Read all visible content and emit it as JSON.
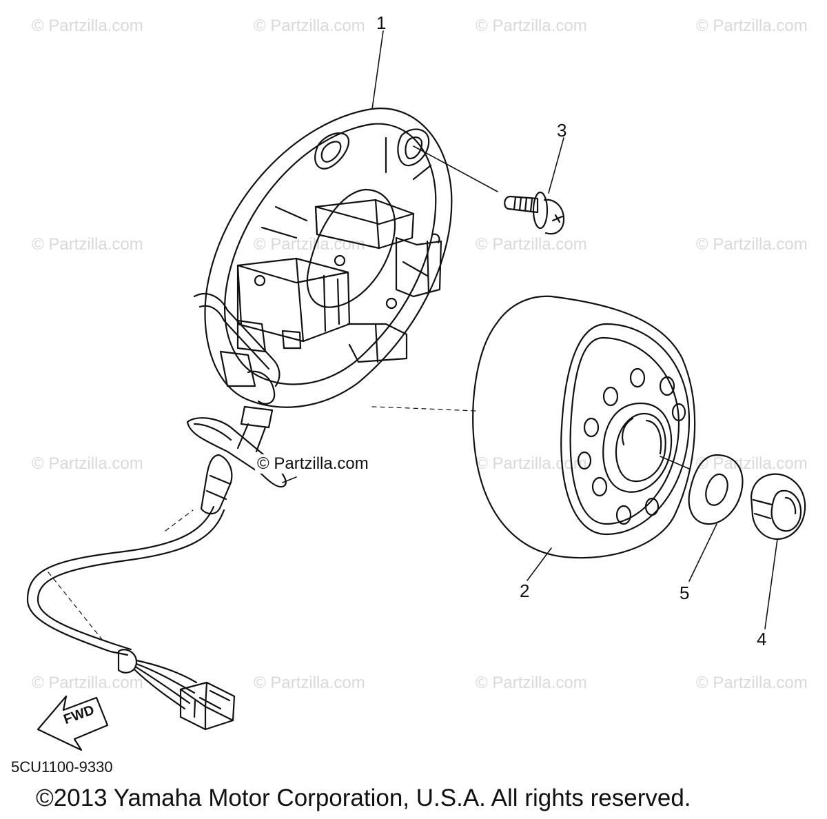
{
  "watermark": "© Partzilla.com",
  "center_watermark": "© Partzilla.com",
  "callouts": {
    "c1": "1",
    "c2": "2",
    "c3": "3",
    "c4": "4",
    "c5": "5"
  },
  "fwd_label": "FWD",
  "diagram_code": "5CU1100-9330",
  "copyright": "©2013  Yamaha Motor Corporation, U.S.A. All rights reserved."
}
